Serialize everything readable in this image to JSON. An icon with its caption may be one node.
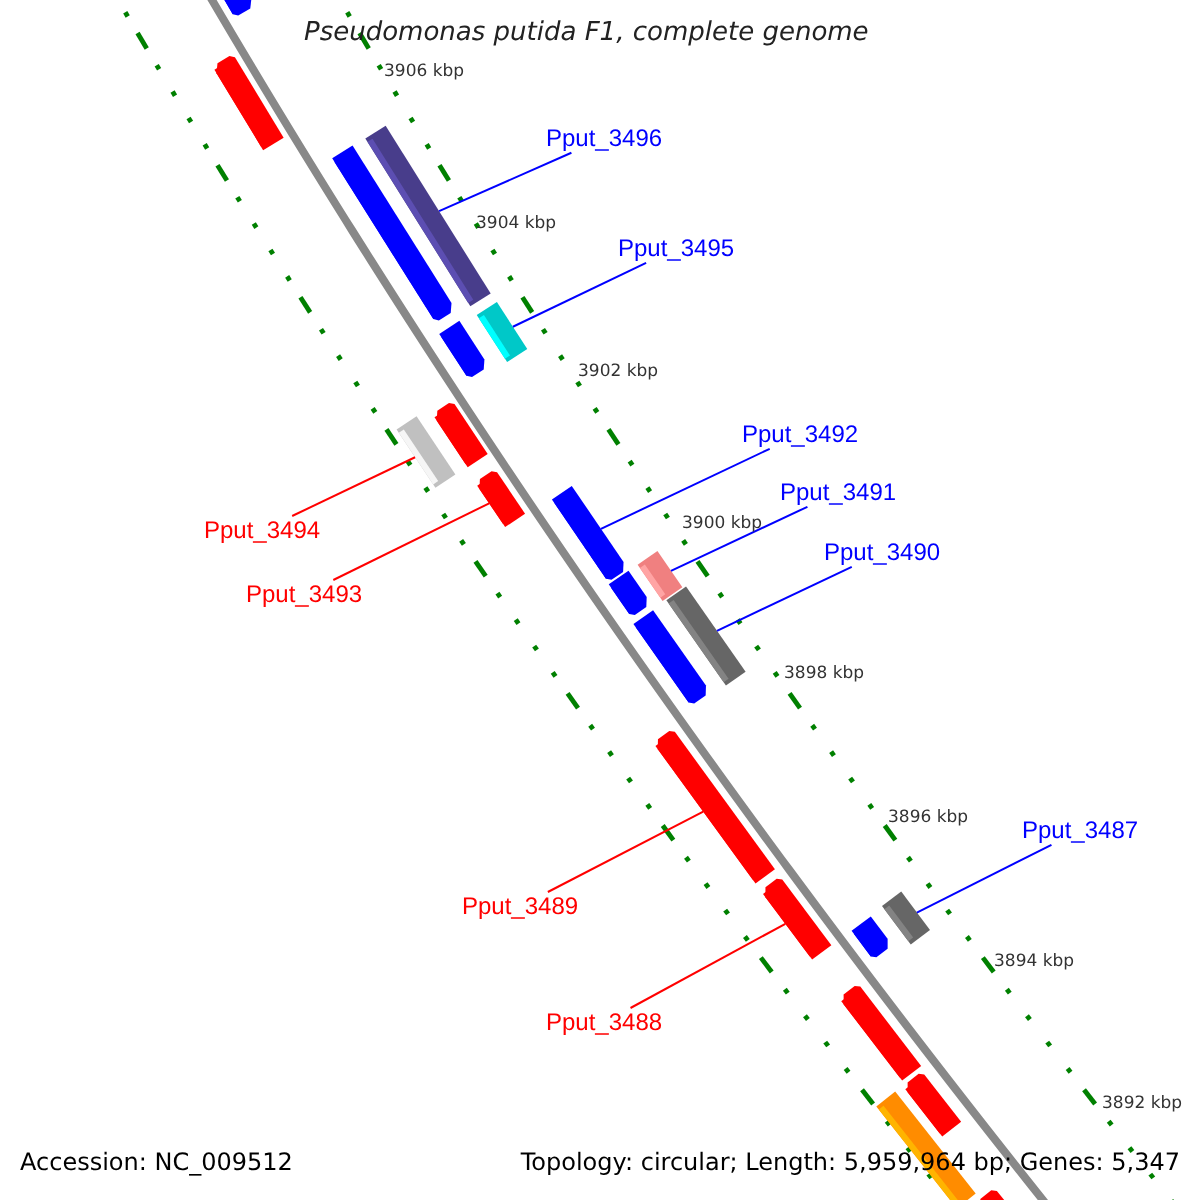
{
  "diagram": {
    "title": "Pseudomonas putida F1, complete genome",
    "nodes": [
      {
        "text": [],
        "shape": "arrow"
      },
      {
        "text": [],
        "shape": "arrow"
      },
      {
        "text": [
          "Pput_3496"
        ]
      },
      {
        "text": [],
        "shape": "bar"
      },
      {
        "text": [],
        "shape": "arrow"
      },
      {
        "text": [
          "Pput_3495"
        ]
      },
      {
        "text": [],
        "shape": "bar"
      },
      {
        "text": [],
        "shape": "arrow"
      },
      {
        "text": [],
        "shape": "arrow"
      },
      {
        "text": [],
        "shape": "bar"
      },
      {
        "text": [
          "Pput_3492"
        ]
      },
      {
        "text": [
          "Pput_3491"
        ]
      },
      {
        "text": [],
        "shape": "arrow"
      },
      {
        "text": [
          "Pput_3494"
        ]
      },
      {
        "text": [],
        "shape": "arrow"
      },
      {
        "text": [
          "Pput_3490"
        ]
      },
      {
        "text": [],
        "shape": "bar"
      },
      {
        "text": [
          "Pput_3493"
        ]
      },
      {
        "text": [],
        "shape": "arrow"
      },
      {
        "text": [],
        "shape": "bar"
      },
      {
        "text": [],
        "shape": "arrow"
      },
      {
        "text": [],
        "shape": "arrow"
      },
      {
        "text": [
          "Pput_3487"
        ]
      },
      {
        "text": [
          "Pput_3489"
        ]
      },
      {
        "text": [],
        "shape": "arrow"
      },
      {
        "text": [],
        "shape": "bar"
      },
      {
        "text": [],
        "shape": "arrow"
      },
      {
        "text": [
          "Pput_3488"
        ]
      },
      {
        "text": [],
        "shape": "arrow"
      },
      {
        "text": [],
        "shape": "arrow"
      },
      {
        "text": [],
        "shape": "bar"
      },
      {
        "text": [],
        "shape": "arrow"
      }
    ],
    "edges": [
      {
        "from": 2,
        "to": 3,
        "arrow": "none"
      },
      {
        "from": 5,
        "to": 6,
        "arrow": "none"
      },
      {
        "from": 13,
        "to": 9,
        "arrow": "none",
        "color": "#ff0000"
      },
      {
        "from": 10,
        "to": 14,
        "arrow": "none"
      },
      {
        "from": 11,
        "to": 16,
        "arrow": "none"
      },
      {
        "from": 17,
        "to": 12,
        "arrow": "none",
        "color": "#ff0000"
      },
      {
        "from": 15,
        "to": 19,
        "arrow": "none"
      },
      {
        "from": 22,
        "to": 25,
        "arrow": "none"
      },
      {
        "from": 23,
        "to": 21,
        "arrow": "none",
        "color": "#ff0000"
      },
      {
        "from": 27,
        "to": 24,
        "arrow": "none",
        "color": "#ff0000"
      }
    ],
    "labels": [
      "3906 kbp",
      "3904 kbp",
      "3902 kbp",
      "3900 kbp",
      "3898 kbp",
      "3896 kbp",
      "3894 kbp",
      "3892 kbp",
      "Accession: NC_009512",
      "Topology: circular; Length: 5,959,964 bp; Genes: 5,347"
    ]
  }
}
